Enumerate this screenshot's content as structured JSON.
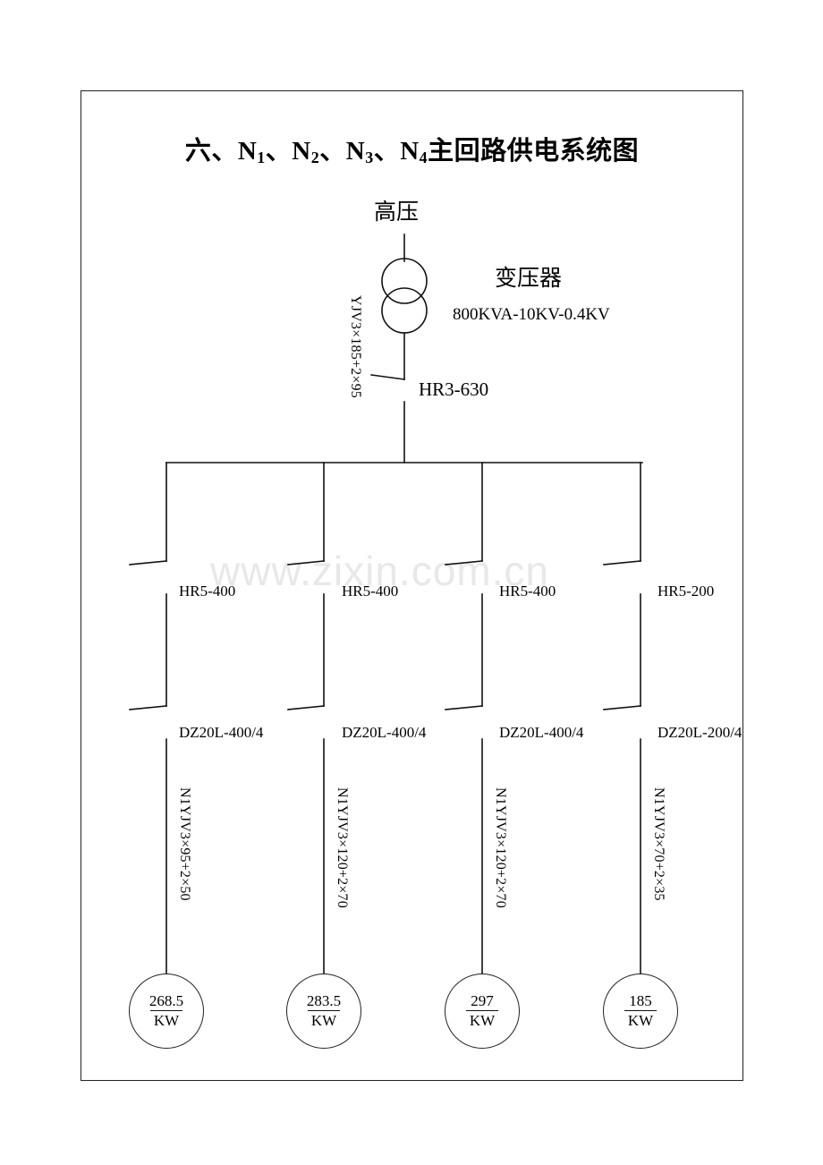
{
  "document": {
    "title_prefix": "六、",
    "title_nodes": [
      "N1",
      "N2",
      "N3",
      "N4"
    ],
    "title_suffix": "主回路供电系统图",
    "title_full": "六、N1、N2、N3、N4主回路供电系统图",
    "watermark": "www.zixin.com.cn",
    "frame_color": "#222222",
    "line_color": "#111111",
    "background": "#ffffff"
  },
  "source": {
    "hv_label": "高压",
    "main_cable": "YJV3×185+2×95",
    "transformer": {
      "name": "变压器",
      "spec": "800KVA-10KV-0.4KV",
      "symbol": "two-circle-transformer"
    },
    "main_switch": "HR3-630"
  },
  "branches": [
    {
      "switch": "HR5-400",
      "breaker": "DZ20L-400/4",
      "cable": "N1YJV3×95+2×50",
      "load_value": "268.5",
      "load_unit": "KW"
    },
    {
      "switch": "HR5-400",
      "breaker": "DZ20L-400/4",
      "cable": "N1YJV3×120+2×70",
      "load_value": "283.5",
      "load_unit": "KW"
    },
    {
      "switch": "HR5-400",
      "breaker": "DZ20L-400/4",
      "cable": "N1YJV3×120+2×70",
      "load_value": "297",
      "load_unit": "KW"
    },
    {
      "switch": "HR5-200",
      "breaker": "DZ20L-200/4",
      "cable": "N1YJV3×70+2×35",
      "load_value": "185",
      "load_unit": "KW"
    }
  ]
}
